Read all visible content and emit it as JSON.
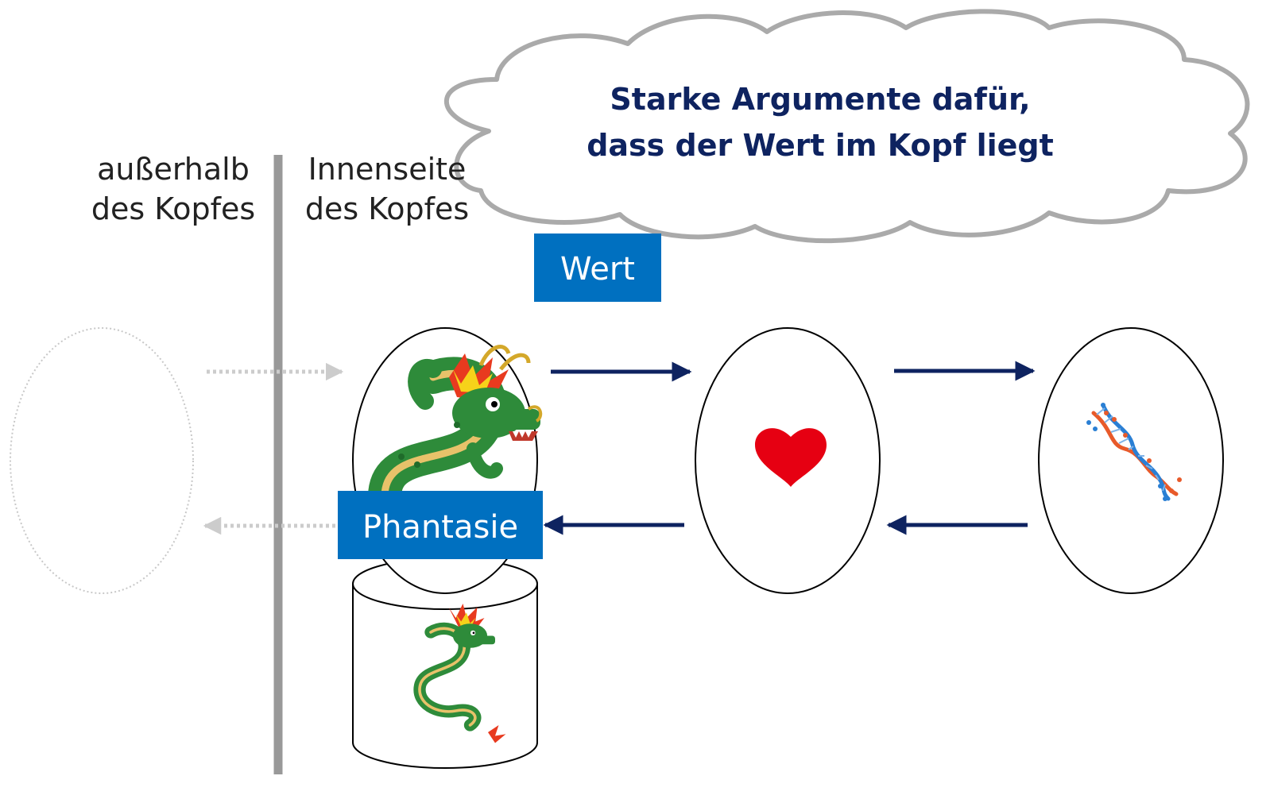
{
  "cloud": {
    "line1": "Starke Argumente dafür,",
    "line2": "dass der Wert im Kopf liegt"
  },
  "labels": {
    "outside_line1": "außerhalb",
    "outside_line2": "des Kopfes",
    "inside_line1": "Innenseite",
    "inside_line2": "des Kopfes"
  },
  "boxes": {
    "value": "Wert",
    "fantasy": "Phantasie"
  },
  "icons": {
    "dragon": "dragon-icon",
    "heart": "heart-icon",
    "dna": "dna-icon"
  },
  "colors": {
    "cloud_text": "#0e2360",
    "box_fill": "#0070c0",
    "arrow": "#0e2360",
    "divider": "#999999",
    "dotted_arrow": "#cccccc",
    "heart": "#e60012"
  }
}
